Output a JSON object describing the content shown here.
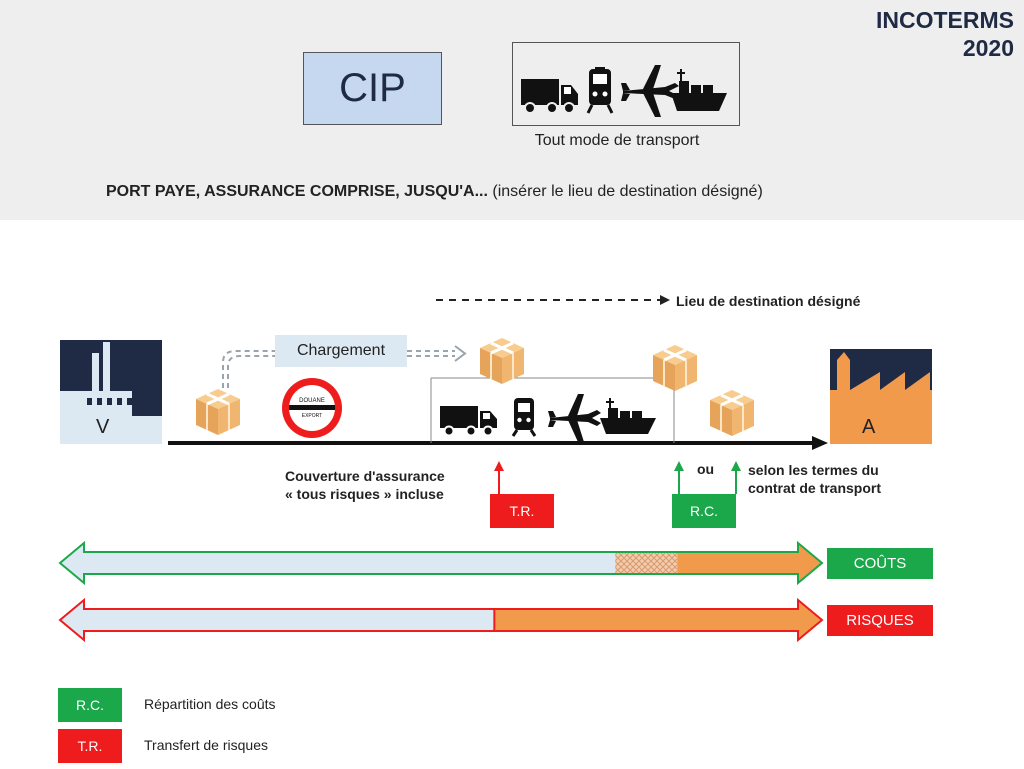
{
  "brand": {
    "line1": "INCOTERMS",
    "line2": "2020"
  },
  "incoterm": {
    "code": "CIP",
    "mode_caption": "Tout mode de transport",
    "full_name_bold": "PORT PAYE, ASSURANCE COMPRISE, JUSQU'A...",
    "full_name_rest": " (insérer le lieu de destination désigné)"
  },
  "diagram": {
    "destination_legend": "Lieu de destination désigné",
    "loading_label": "Chargement",
    "customs_sign": {
      "line1": "DOUANE",
      "line2": "EXPORT"
    },
    "seller_label": "V",
    "buyer_label": "A",
    "insurance_line1": "Couverture d'assurance",
    "insurance_line2": "« tous risques » incluse",
    "or_label": "ou",
    "contract_line1": "selon les termes du",
    "contract_line2": "contrat de transport",
    "tr_tag": "T.R.",
    "rc_tag": "R.C."
  },
  "bars": {
    "costs_label": "COÛTS",
    "risks_label": "RISQUES",
    "costs_transfer_fraction": 0.81,
    "risks_transfer_fraction": 0.57
  },
  "legend": [
    {
      "tag": "R.C.",
      "text": "Répartition des coûts"
    },
    {
      "tag": "T.R.",
      "text": "Transfert de risques"
    }
  ],
  "colors": {
    "seller_blue": "#1f2a44",
    "seller_building": "#dde9f2",
    "buyer_orange": "#f29a4c",
    "cost_green": "#1ba84a",
    "risk_red": "#ee1c1c",
    "bar_light": "#dde9f2"
  },
  "icons": [
    "truck-icon",
    "train-icon",
    "airplane-icon",
    "ship-icon",
    "package-icon",
    "customs-sign-icon",
    "factory-icon"
  ]
}
